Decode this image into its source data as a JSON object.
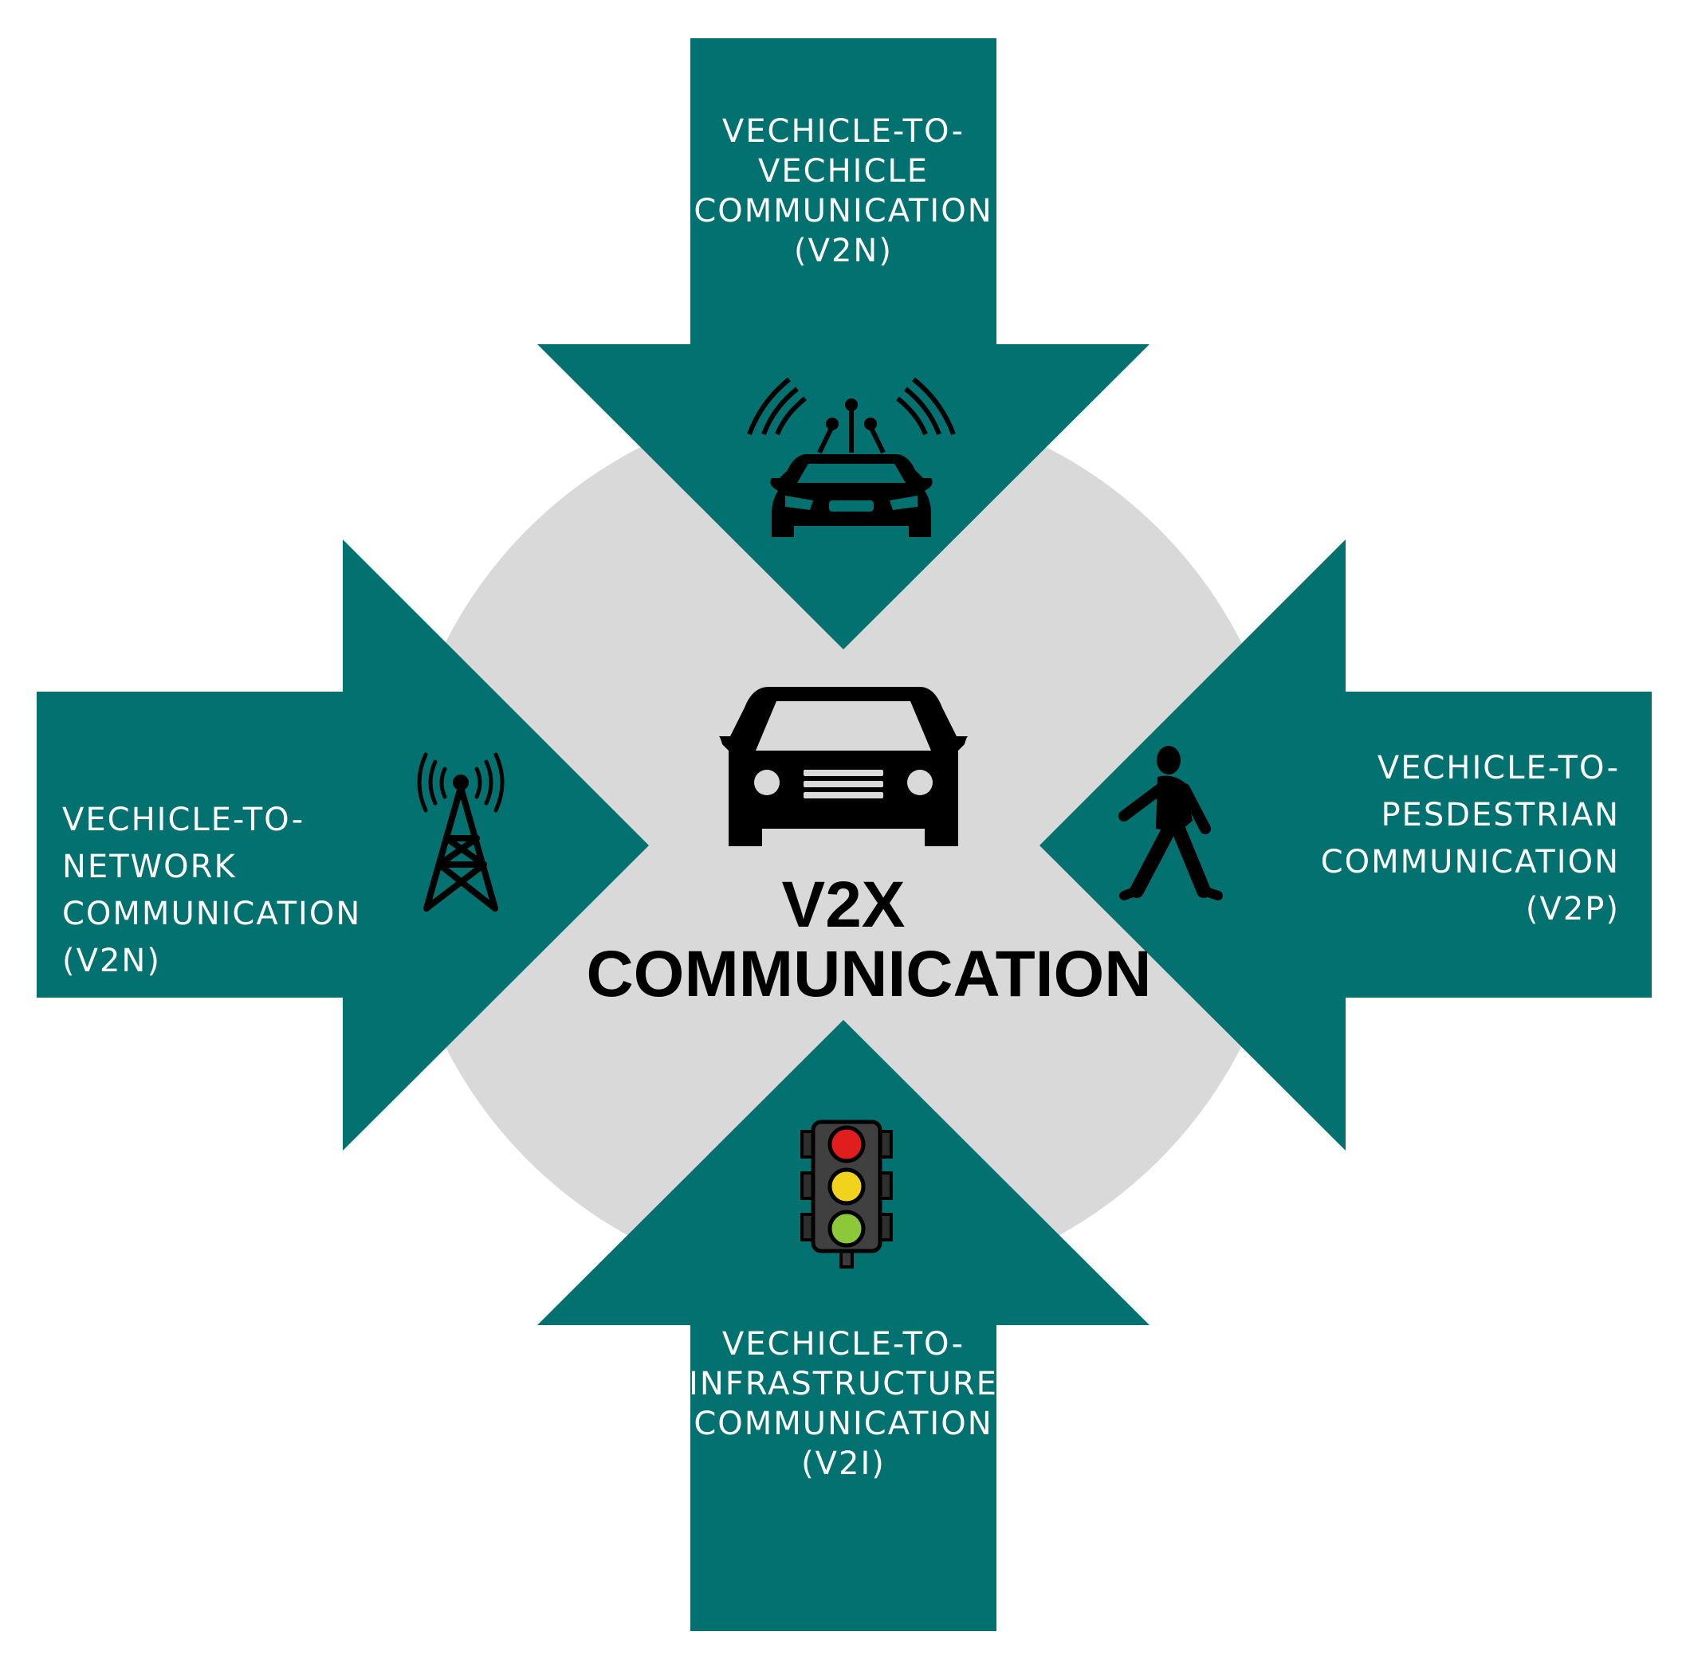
{
  "colors": {
    "arrow": "#03716f",
    "circle": "#d9d9d9",
    "text_light": "#ffffff",
    "text_dark": "#000000",
    "light_red": "#e11d1d",
    "light_yellow": "#f1d21c",
    "light_green": "#8cc83a"
  },
  "center": {
    "title_line1": "V2X",
    "title_line2": "COMMUNICATION",
    "icon": "car-front-icon"
  },
  "arrows": {
    "top": {
      "lines": [
        "VECHICLE-TO-",
        "VECHICLE",
        "COMMUNICATION",
        "(V2N)"
      ],
      "icon": "connected-car-icon"
    },
    "left": {
      "lines": [
        "VECHICLE-TO-",
        "NETWORK",
        "COMMUNICATION",
        "(V2N)"
      ],
      "icon": "cell-tower-icon"
    },
    "right": {
      "lines": [
        "VECHICLE-TO-",
        "PESDESTRIAN",
        "COMMUNICATION",
        "(V2P)"
      ],
      "icon": "pedestrian-icon"
    },
    "bottom": {
      "lines": [
        "VECHICLE-TO-",
        "INFRASTRUCTURE",
        "COMMUNICATION",
        "(V2I)"
      ],
      "icon": "traffic-light-icon"
    }
  }
}
